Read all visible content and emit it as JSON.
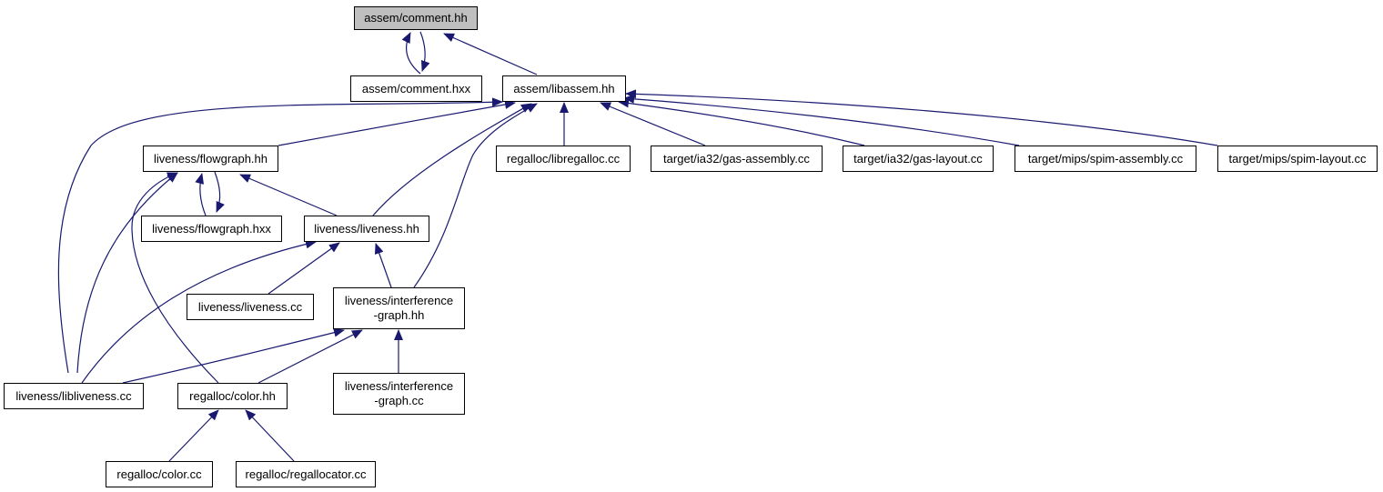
{
  "diagram": {
    "type": "include-dependency-graph",
    "colors": {
      "edge": "#191970",
      "root_fill": "#bfbfbf",
      "node_fill": "#ffffff",
      "node_border": "#000000"
    },
    "nodes": {
      "comment_hh": {
        "label": "assem/comment.hh"
      },
      "comment_hxx": {
        "label": "assem/comment.hxx"
      },
      "libassem_hh": {
        "label": "assem/libassem.hh"
      },
      "flowgraph_hh": {
        "label": "liveness/flowgraph.hh"
      },
      "libregalloc_cc": {
        "label": "regalloc/libregalloc.cc"
      },
      "ia32_gas_assembly": {
        "label": "target/ia32/gas-assembly.cc"
      },
      "ia32_gas_layout": {
        "label": "target/ia32/gas-layout.cc"
      },
      "mips_spim_assembly": {
        "label": "target/mips/spim-assembly.cc"
      },
      "mips_spim_layout": {
        "label": "target/mips/spim-layout.cc"
      },
      "flowgraph_hxx": {
        "label": "liveness/flowgraph.hxx"
      },
      "liveness_hh": {
        "label": "liveness/liveness.hh"
      },
      "liveness_cc": {
        "label": "liveness/liveness.cc"
      },
      "interference_hh": {
        "line1": "liveness/interference",
        "line2": "-graph.hh"
      },
      "libliveness_cc": {
        "label": "liveness/libliveness.cc"
      },
      "color_hh": {
        "label": "regalloc/color.hh"
      },
      "interference_cc": {
        "line1": "liveness/interference",
        "line2": "-graph.cc"
      },
      "color_cc": {
        "label": "regalloc/color.cc"
      },
      "regallocator_cc": {
        "label": "regalloc/regallocator.cc"
      }
    }
  }
}
